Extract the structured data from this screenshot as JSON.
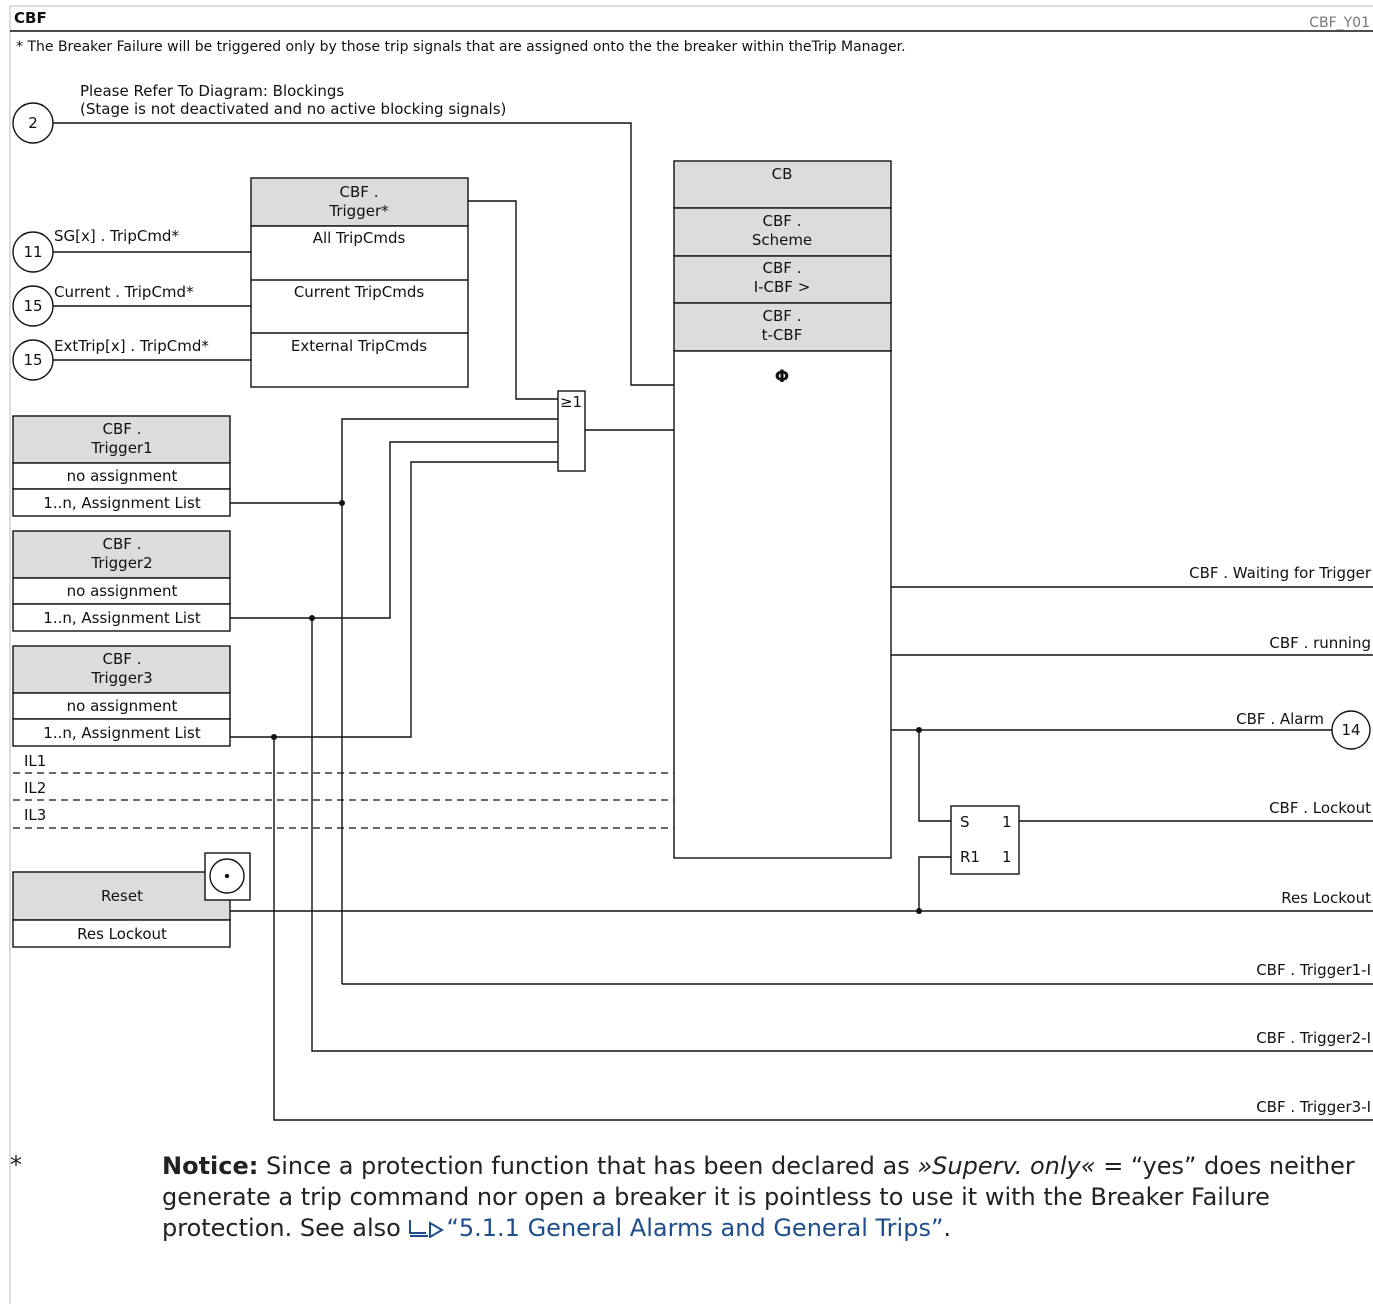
{
  "header": {
    "title": "CBF",
    "doc_id": "CBF_Y01"
  },
  "footnote_top": "* The Breaker Failure will be triggered only by those trip signals that are assigned onto the the breaker within theTrip Manager.",
  "blocking": {
    "ref_number": "2",
    "line1": "Please Refer To Diagram: Blockings",
    "line2": "(Stage is not deactivated and no active blocking signals)"
  },
  "inputs": [
    {
      "ref": "11",
      "label": "SG[x] . TripCmd*"
    },
    {
      "ref": "15",
      "label": "Current . TripCmd*"
    },
    {
      "ref": "15",
      "label": "ExtTrip[x] . TripCmd*"
    }
  ],
  "trigger_box": {
    "header_line1": "CBF .",
    "header_line2": "Trigger*",
    "options": [
      "All TripCmds",
      "Current TripCmds",
      "External TripCmds"
    ]
  },
  "trigger_params": [
    {
      "line1": "CBF .",
      "line2": "Trigger1",
      "value1": "no assignment",
      "value2": "1..n, Assignment List"
    },
    {
      "line1": "CBF .",
      "line2": "Trigger2",
      "value1": "no assignment",
      "value2": "1..n, Assignment List"
    },
    {
      "line1": "CBF .",
      "line2": "Trigger3",
      "value1": "no assignment",
      "value2": "1..n, Assignment List"
    }
  ],
  "or_gate": {
    "symbol": "≥1"
  },
  "cb_block": {
    "title": "CB",
    "settings": [
      {
        "line1": "CBF .",
        "line2": "Scheme"
      },
      {
        "line1": "CBF .",
        "line2": "I-CBF >"
      },
      {
        "line1": "CBF .",
        "line2": "t-CBF"
      }
    ],
    "symbol": "Φ"
  },
  "currents": [
    "IL1",
    "IL2",
    "IL3"
  ],
  "reset": {
    "label": "Reset",
    "value": "Res Lockout"
  },
  "latch": {
    "s_label": "S",
    "s_value": "1",
    "r_label": "R1",
    "r_value": "1"
  },
  "outputs": {
    "waiting": "CBF . Waiting for Trigger",
    "running": "CBF . running",
    "alarm": "CBF . Alarm",
    "alarm_ref": "14",
    "lockout": "CBF . Lockout",
    "res_lockout": "Res Lockout",
    "trigger1": "CBF . Trigger1-I",
    "trigger2": "CBF . Trigger2-I",
    "trigger3": "CBF . Trigger3-I"
  },
  "notice": {
    "mark": "*",
    "heading": "Notice:",
    "text1": " Since a protection function that has been declared as ",
    "param": "»Superv. only«",
    "text2": " = “yes” does neither generate a trip command nor open a breaker it is pointless to use it with the Breaker Failure protection. See also ",
    "link": "“5.1.1 General Alarms and General Trips”",
    "end": "."
  }
}
